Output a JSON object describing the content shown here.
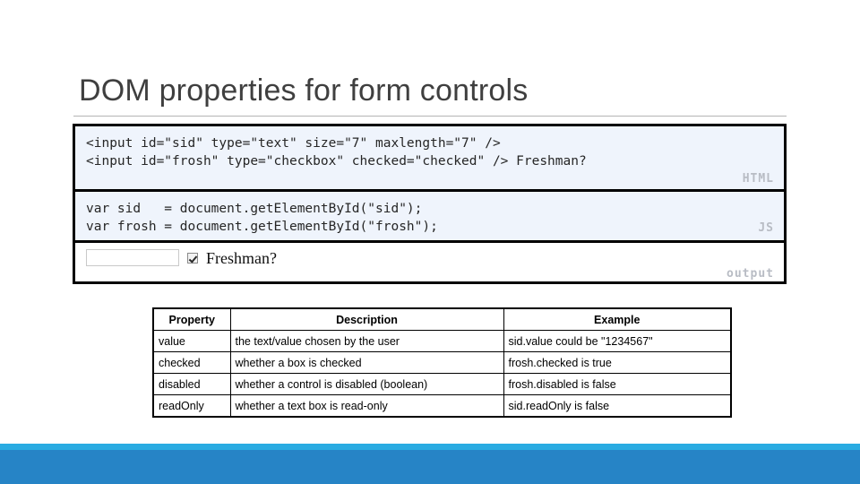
{
  "slide": {
    "title": "DOM properties for form controls"
  },
  "code_card": {
    "html_pane": {
      "label": "HTML",
      "lines": [
        "<input id=\"sid\" type=\"text\" size=\"7\" maxlength=\"7\" />",
        "<input id=\"frosh\" type=\"checkbox\" checked=\"checked\" /> Freshman?"
      ]
    },
    "js_pane": {
      "label": "JS",
      "lines": [
        "var sid   = document.getElementById(\"sid\");",
        "var frosh = document.getElementById(\"frosh\");"
      ]
    },
    "output_pane": {
      "label": "output",
      "textbox_value": "",
      "checkbox_checked": true,
      "checkbox_label": "Freshman?"
    }
  },
  "table": {
    "headers": [
      "Property",
      "Description",
      "Example"
    ],
    "rows": [
      [
        "value",
        "the text/value chosen by the user",
        "sid.value could be \"1234567\""
      ],
      [
        "checked",
        "whether a box is checked",
        "frosh.checked is true"
      ],
      [
        "disabled",
        "whether a control is disabled (boolean)",
        "frosh.disabled is false"
      ],
      [
        "readOnly",
        "whether a text box is read-only",
        "sid.readOnly is false"
      ]
    ]
  },
  "colors": {
    "accent_light": "#29abe2",
    "accent_dark": "#2684c6",
    "code_background": "#eff4fc",
    "title_text": "#3f3f3f",
    "pane_label": "#b8bcc4"
  }
}
